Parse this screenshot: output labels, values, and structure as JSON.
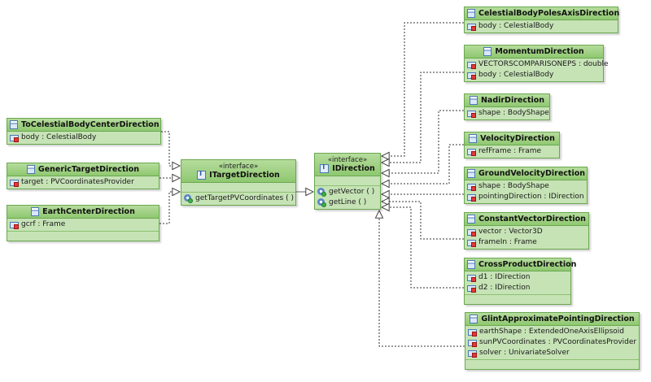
{
  "diagram": {
    "type": "UML class diagram",
    "classes": {
      "to_celestial": {
        "name": "ToCelestialBodyCenterDirection",
        "fields": [
          "body : CelestialBody"
        ]
      },
      "generic_target": {
        "name": "GenericTargetDirection",
        "fields": [
          "target : PVCoordinatesProvider"
        ]
      },
      "earth_center": {
        "name": "EarthCenterDirection",
        "fields": [
          "gcrf : Frame"
        ]
      },
      "poles_axis": {
        "name": "CelestialBodyPolesAxisDirection",
        "fields": [
          "body : CelestialBody"
        ]
      },
      "momentum": {
        "name": "MomentumDirection",
        "fields": [
          "VECTORSCOMPARISONEPS : double",
          "body : CelestialBody"
        ]
      },
      "nadir": {
        "name": "NadirDirection",
        "fields": [
          "shape : BodyShape"
        ]
      },
      "velocity": {
        "name": "VelocityDirection",
        "fields": [
          "refFrame : Frame"
        ]
      },
      "ground_velocity": {
        "name": "GroundVelocityDirection",
        "fields": [
          "shape : BodyShape",
          "pointingDirection : IDirection"
        ]
      },
      "constant_vector": {
        "name": "ConstantVectorDirection",
        "fields": [
          "vector : Vector3D",
          "frameIn : Frame"
        ]
      },
      "cross_product": {
        "name": "CrossProductDirection",
        "fields": [
          "d1 : IDirection",
          "d2 : IDirection"
        ]
      },
      "glint": {
        "name": "GlintApproximatePointingDirection",
        "fields": [
          "earthShape : ExtendedOneAxisEllipsoid",
          "sunPVCoordinates : PVCoordinatesProvider",
          "solver : UnivariateSolver"
        ]
      }
    },
    "interfaces": {
      "itarget": {
        "stereotype": "«interface»",
        "name": "ITargetDirection",
        "methods": [
          "getTargetPVCoordinates ( )"
        ]
      },
      "idirection": {
        "stereotype": "«interface»",
        "name": "IDirection",
        "methods": [
          "getVector ( )",
          "getLine ( )"
        ]
      }
    },
    "relations": [
      {
        "from": "ToCelestialBodyCenterDirection",
        "to": "ITargetDirection",
        "kind": "realization"
      },
      {
        "from": "GenericTargetDirection",
        "to": "ITargetDirection",
        "kind": "realization"
      },
      {
        "from": "EarthCenterDirection",
        "to": "ITargetDirection",
        "kind": "realization"
      },
      {
        "from": "ITargetDirection",
        "to": "IDirection",
        "kind": "generalization"
      },
      {
        "from": "CelestialBodyPolesAxisDirection",
        "to": "IDirection",
        "kind": "realization"
      },
      {
        "from": "MomentumDirection",
        "to": "IDirection",
        "kind": "realization"
      },
      {
        "from": "NadirDirection",
        "to": "IDirection",
        "kind": "realization"
      },
      {
        "from": "VelocityDirection",
        "to": "IDirection",
        "kind": "realization"
      },
      {
        "from": "GroundVelocityDirection",
        "to": "IDirection",
        "kind": "realization"
      },
      {
        "from": "ConstantVectorDirection",
        "to": "IDirection",
        "kind": "realization"
      },
      {
        "from": "CrossProductDirection",
        "to": "IDirection",
        "kind": "realization"
      },
      {
        "from": "GlintApproximatePointingDirection",
        "to": "IDirection",
        "kind": "realization"
      }
    ],
    "colors": {
      "box_fill": "#c6e3b6",
      "header_fill": "#9fd080",
      "border": "#6aa84f",
      "line": "#333333"
    }
  }
}
